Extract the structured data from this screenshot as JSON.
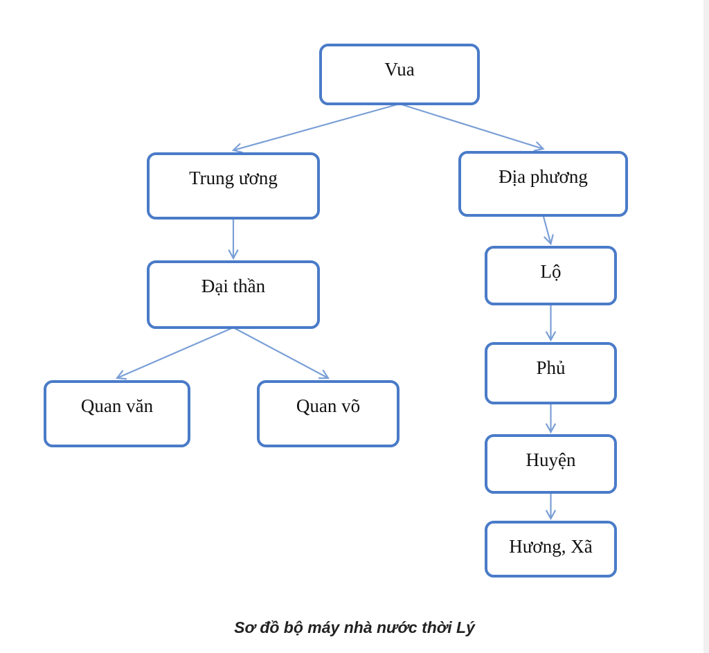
{
  "diagram": {
    "nodes": {
      "vua": "Vua",
      "trung_uong": "Trung ương",
      "dia_phuong": "Địa phương",
      "dai_than": "Đại thần",
      "quan_van": "Quan văn",
      "quan_vo": "Quan võ",
      "lo": "Lộ",
      "phu": "Phủ",
      "huyen": "Huyện",
      "huong_xa": "Hương, Xã"
    },
    "edges": [
      [
        "vua",
        "trung_uong"
      ],
      [
        "vua",
        "dia_phuong"
      ],
      [
        "trung_uong",
        "dai_than"
      ],
      [
        "dai_than",
        "quan_van"
      ],
      [
        "dai_than",
        "quan_vo"
      ],
      [
        "dia_phuong",
        "lo"
      ],
      [
        "lo",
        "phu"
      ],
      [
        "phu",
        "huyen"
      ],
      [
        "huyen",
        "huong_xa"
      ]
    ],
    "colors": {
      "box_border": "#4a7bc8",
      "connector": "#7a9fd6"
    }
  },
  "caption": "Sơ đồ bộ máy nhà nước thời Lý"
}
